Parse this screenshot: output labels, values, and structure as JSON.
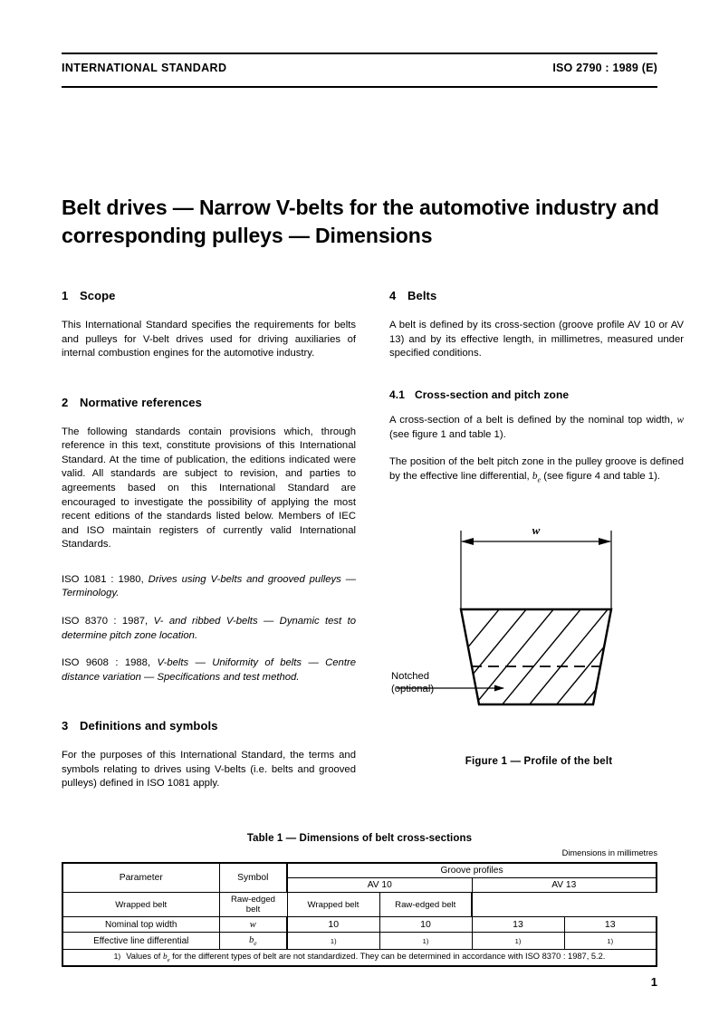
{
  "header": {
    "left": "INTERNATIONAL STANDARD",
    "right": "ISO 2790 : 1989 (E)"
  },
  "title": "Belt drives — Narrow V-belts for the automotive industry and corresponding pulleys — Dimensions",
  "sections": {
    "scope": {
      "num": "1",
      "heading": "Scope",
      "para1": "This International Standard specifies the requirements for belts and pulleys for V-belt drives used for driving auxiliaries of internal combustion engines for the automotive industry."
    },
    "normative": {
      "num": "2",
      "heading": "Normative references",
      "para1": "The following standards contain provisions which, through reference in this text, constitute provisions of this International Standard. At the time of publication, the editions indicated were valid. All standards are subject to revision, and parties to agreements based on this International Standard are encouraged to investigate the possibility of applying the most recent editions of the standards listed below. Members of IEC and ISO maintain registers of currently valid International Standards.",
      "refs": [
        {
          "id": "ISO 1081 : 1980,",
          "title": "Drives using V-belts and grooved pulleys — Terminology."
        },
        {
          "id": "ISO 8370 : 1987,",
          "title": "V- and ribbed V-belts — Dynamic test to determine pitch zone location."
        },
        {
          "id": "ISO 9608 : 1988,",
          "title": "V-belts — Uniformity of belts — Centre distance variation — Specifications and test method."
        }
      ]
    },
    "definitions": {
      "num": "3",
      "heading": "Definitions and symbols",
      "para1": "For the purposes of this International Standard, the terms and symbols relating to drives using V-belts (i.e. belts and grooved pulleys) defined in ISO 1081 apply."
    },
    "belts": {
      "num": "4",
      "heading": "Belts",
      "para1": "A belt is defined by its cross-section (groove profile AV 10 or AV 13) and by its effective length, in millimetres, measured under specified conditions."
    },
    "crosssection": {
      "num": "4.1",
      "heading": "Cross-section and pitch zone",
      "para1_a": "A cross-section of a belt is defined by the nominal top width, ",
      "para1_sym": "w",
      "para1_b": " (see figure 1 and table 1).",
      "para2_a": "The position of the belt pitch zone in the pulley groove is defined by the effective line differential, ",
      "para2_sym": "b",
      "para2_sub": "e",
      "para2_b": " (see figure 4 and table 1)."
    }
  },
  "figure": {
    "width_label": "w",
    "callout_line1": "Notched",
    "callout_line2": "(optional)",
    "caption": "Figure 1  —  Profile of the belt"
  },
  "table": {
    "title": "Table 1  —  Dimensions of belt cross-sections",
    "units_note": "Dimensions in millimetres",
    "headers": {
      "parameter": "Parameter",
      "symbol": "Symbol",
      "groove_profiles": "Groove profiles",
      "profile_av10": "AV 10",
      "profile_av13": "AV 13",
      "wrapped": "Wrapped belt",
      "raw_edged": "Raw-edged belt"
    },
    "rows": [
      {
        "parameter": "Nominal top width",
        "symbol": "w",
        "symbol_sub": "",
        "values": [
          "10",
          "10",
          "13",
          "13"
        ]
      },
      {
        "parameter": "Effective line differential",
        "symbol": "b",
        "symbol_sub": "e",
        "values": [
          "1)",
          "1)",
          "1)",
          "1)"
        ]
      }
    ],
    "footnote": {
      "marker": "1)",
      "text_a": "Values of ",
      "sym": "b",
      "sym_sub": "e",
      "text_b": " for the different types of belt are not standardized. They can be determined in accordance with ISO 8370 : 1987, 5.2."
    }
  },
  "page_number": "1"
}
